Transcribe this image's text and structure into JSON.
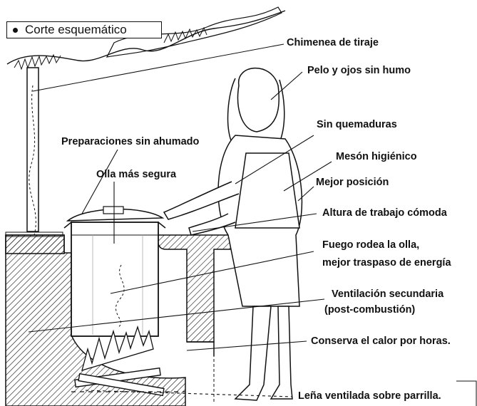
{
  "title": "Corte esquemático",
  "labels": {
    "chimney": "Chimenea de tiraje",
    "hair": "Pelo y ojos sin humo",
    "burns": "Sin quemaduras",
    "prep": "Preparaciones sin ahumado",
    "counter": "Mesón higiénico",
    "pot": "Olla más segura",
    "position": "Mejor posición",
    "height": "Altura de trabajo cómoda",
    "fire1": "Fuego rodea la olla,",
    "fire2": "mejor traspaso de energía",
    "vent1": "Ventilación secundaria",
    "vent2": "(post-combustión)",
    "heat": "Conserva el calor por horas.",
    "wood": "Leña ventilada sobre parrilla."
  },
  "colors": {
    "ink": "#111111",
    "paper": "#ffffff"
  }
}
